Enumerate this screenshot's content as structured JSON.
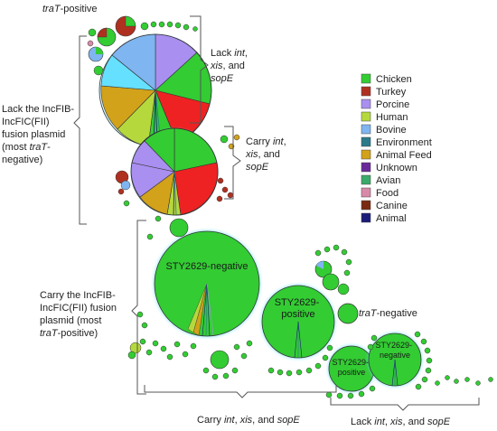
{
  "labels": {
    "trat_positive_it": "traT",
    "trat_positive_tail": "-positive",
    "lack_int_1a": "Lack ",
    "lack_int_1b": "int",
    "lack_int_1c": ",",
    "lack_int_2a": "xis",
    "lack_int_2b": ", and",
    "lack_int_3": "sopE",
    "lack_fusion_1": "Lack the IncFIB-",
    "lack_fusion_2": "IncFIC(FII)",
    "lack_fusion_3": "fusion plasmid",
    "lack_fusion_4": "(most ",
    "lack_fusion_4b": "traT",
    "lack_fusion_4c": "-",
    "lack_fusion_5": "negative)",
    "carry_int_1a": "Carry ",
    "carry_int_1b": "int",
    "carry_int_1c": ",",
    "carry_int_2a": "xis",
    "carry_int_2b": ", and",
    "carry_int_3": "sopE",
    "carry_fusion_1": "Carry the IncFIB-",
    "carry_fusion_2": "IncFIC(FII) fusion",
    "carry_fusion_3": "plasmid (most",
    "carry_fusion_4a": "traT",
    "carry_fusion_4b": "-positive)",
    "sty_negative_big": "STY2629-negative",
    "sty_positive_mid_1": "STY2629-",
    "sty_positive_mid_2": "positive",
    "trat_negative_it": "traT",
    "trat_negative_tail": "-negative",
    "sty_positive_small_1": "STY2629-",
    "sty_positive_small_2": "positive",
    "sty_negative_small_1": "STY2629-",
    "sty_negative_small_2": "negative",
    "bottom_carry_a": "Carry ",
    "bottom_carry_b": "int",
    "bottom_carry_c": ", ",
    "bottom_carry_d": "xis",
    "bottom_carry_e": ", and ",
    "bottom_carry_f": "sopE",
    "bottom_lack_a": "Lack ",
    "bottom_lack_b": "int",
    "bottom_lack_c": ", ",
    "bottom_lack_d": "xis",
    "bottom_lack_e": ", and ",
    "bottom_lack_f": "sopE"
  },
  "legend": [
    {
      "label": "Chicken",
      "color": "#33cc33"
    },
    {
      "label": "Turkey",
      "color": "#b03020"
    },
    {
      "label": "Porcine",
      "color": "#a98ff0"
    },
    {
      "label": "Human",
      "color": "#b5d93c"
    },
    {
      "label": "Bovine",
      "color": "#7fb5f0"
    },
    {
      "label": "Environment",
      "color": "#2a7a8a"
    },
    {
      "label": "Animal Feed",
      "color": "#d2a21a"
    },
    {
      "label": "Unknown",
      "color": "#6a2a9a"
    },
    {
      "label": "Avian",
      "color": "#3aaa6a"
    },
    {
      "label": "Food",
      "color": "#d88aa8"
    },
    {
      "label": "Canine",
      "color": "#7a2a10"
    },
    {
      "label": "Animal",
      "color": "#1c1c7a"
    }
  ]
}
